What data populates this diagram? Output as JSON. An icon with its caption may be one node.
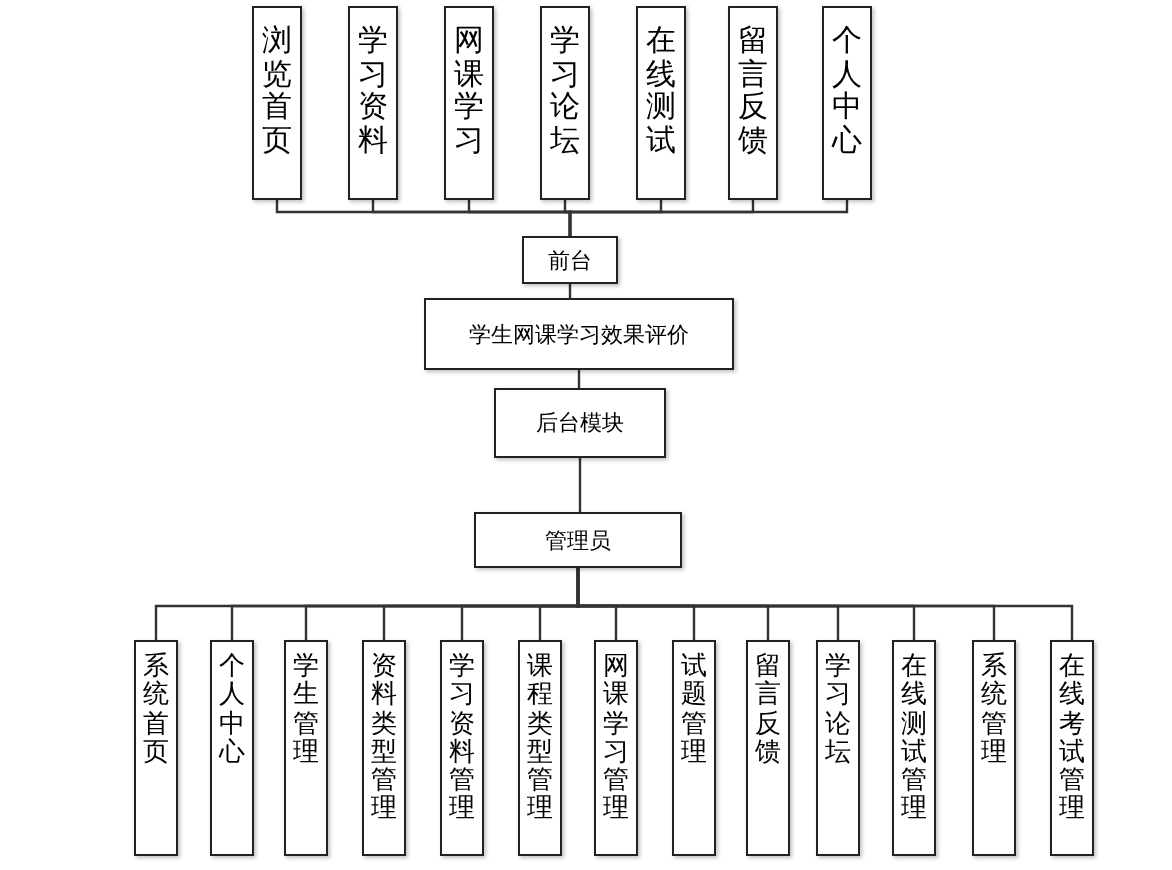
{
  "diagram": {
    "nodes": [
      {
        "text": [
          "浏览首页"
        ]
      },
      {
        "text": [
          "学习资料"
        ]
      },
      {
        "text": [
          "网课学习"
        ]
      },
      {
        "text": [
          "学习论坛"
        ]
      },
      {
        "text": [
          "在线测试"
        ]
      },
      {
        "text": [
          "留言反馈"
        ]
      },
      {
        "text": [
          "个人中心"
        ]
      },
      {
        "text": [
          "前台"
        ]
      },
      {
        "text": [
          "学生网课学习效果评价"
        ]
      },
      {
        "text": [
          "后台模块"
        ]
      },
      {
        "text": [
          "管理员"
        ]
      },
      {
        "text": [
          "系统首页"
        ]
      },
      {
        "text": [
          "个人中心"
        ]
      },
      {
        "text": [
          "学生管理"
        ]
      },
      {
        "text": [
          "资料类型管理"
        ]
      },
      {
        "text": [
          "学习资料管理"
        ]
      },
      {
        "text": [
          "课程类型管理"
        ]
      },
      {
        "text": [
          "网课学习管理"
        ]
      },
      {
        "text": [
          "试题管理"
        ]
      },
      {
        "text": [
          "留言反馈"
        ]
      },
      {
        "text": [
          "学习论坛"
        ]
      },
      {
        "text": [
          "在线测试管理"
        ]
      },
      {
        "text": [
          "系统管理"
        ]
      },
      {
        "text": [
          "在线考试管理"
        ]
      }
    ],
    "edges": [
      {
        "from": 0,
        "to": 7,
        "arrow": "none"
      },
      {
        "from": 1,
        "to": 7,
        "arrow": "none"
      },
      {
        "from": 2,
        "to": 7,
        "arrow": "none"
      },
      {
        "from": 3,
        "to": 7,
        "arrow": "none"
      },
      {
        "from": 4,
        "to": 7,
        "arrow": "none"
      },
      {
        "from": 5,
        "to": 7,
        "arrow": "none"
      },
      {
        "from": 6,
        "to": 7,
        "arrow": "none"
      },
      {
        "from": 7,
        "to": 8,
        "arrow": "none"
      },
      {
        "from": 8,
        "to": 9,
        "arrow": "none"
      },
      {
        "from": 9,
        "to": 10,
        "arrow": "none"
      },
      {
        "from": 10,
        "to": 11,
        "arrow": "none"
      },
      {
        "from": 10,
        "to": 12,
        "arrow": "none"
      },
      {
        "from": 10,
        "to": 13,
        "arrow": "none"
      },
      {
        "from": 10,
        "to": 14,
        "arrow": "none"
      },
      {
        "from": 10,
        "to": 15,
        "arrow": "none"
      },
      {
        "from": 10,
        "to": 16,
        "arrow": "none"
      },
      {
        "from": 10,
        "to": 17,
        "arrow": "none"
      },
      {
        "from": 10,
        "to": 18,
        "arrow": "none"
      },
      {
        "from": 10,
        "to": 19,
        "arrow": "none"
      },
      {
        "from": 10,
        "to": 20,
        "arrow": "none"
      },
      {
        "from": 10,
        "to": 21,
        "arrow": "none"
      },
      {
        "from": 10,
        "to": 22,
        "arrow": "none"
      },
      {
        "from": 10,
        "to": 23,
        "arrow": "none"
      }
    ]
  }
}
